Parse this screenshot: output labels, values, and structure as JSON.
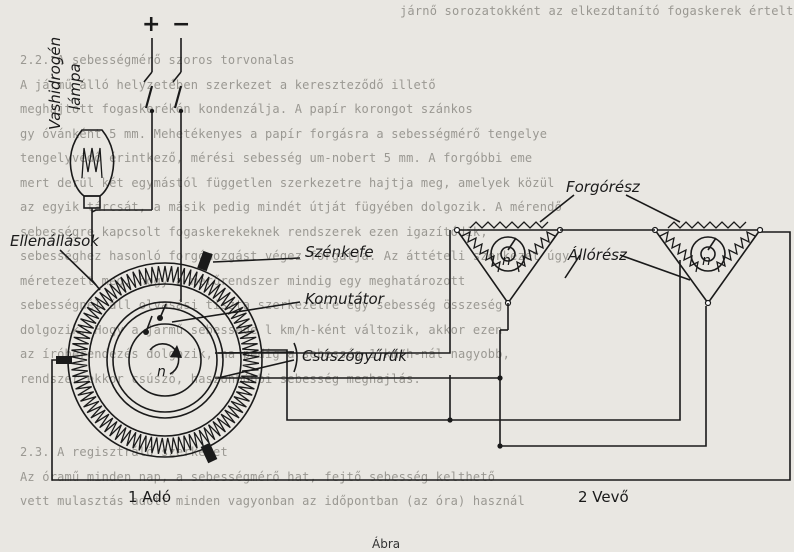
{
  "background_text": [
    "járnő sorozatokként az elkezdtanító fogaskerek érteltékek.",
    "",
    "2.2. A sebességmérő szoros torvonalas",
    "A jármű álló helyzetében szerkezet a kereszteződő illető",
    "meghajtott fogaskerékén kondenzálja. A papír korongot szánkos",
    "gy óvánként 5 mm. Mehetékenyes a papír forgásra a sebességmérő tengelye",
    "tengelyvédő érintkező, mérési sebesség um-nobert 5 mm. A forgóbbi eme",
    "mert derül két egymástól független szerkezetre hajtja meg, amelyek közül",
    "az egyik tárcsát, a másik pedig mindét útját fügyében dolgozik. A mérendő",
    "sebességre kapcsolt fogaskerekeknek rendszerek ezen igazítódik,",
    "sebességhez hasonló forgómozgást végez forgatja. Az áttételi szerkezet úgy",
    "méretezett meg, hogy a mérőrendszer mindig egy meghatározott",
    "sebességnél áll olvasási tiszta szerkezetre egy sebesség összeség",
    "dolgozik. Hogy a jármű sebessége l km/h-ként változik, akkor ezen",
    "az íróberendezés dolgozik, ha pedig a sebesség 1 km/h-nál nagyobb,",
    "rendszer ekkor csúszó, haszonbóbbi sebesség meghajlás.",
    "",
    "",
    "2.3. A regisztráló szerkezet",
    "Az óramű minden nap, a sebességmérő hat, fejtő sebesség kelthető",
    "vett mulasztás adott minden vagyonban az időpontban (az óra) használ"
  ],
  "labels": {
    "plus": "+",
    "minus": "−",
    "lamp": [
      "Vashidrogén",
      "lámpa"
    ],
    "resistors": "Ellenállások",
    "brush": "Szénkefe",
    "commutator": "Komutátor",
    "slip_rings": "Csúszógyűrűk",
    "rotor": "Forgórész",
    "stator": "Állórész",
    "n_sender": "n",
    "n_recv1": "n",
    "n_recv2": "n",
    "sender": "1 Adó",
    "receiver": "2 Vevő",
    "caption": "Ábra"
  }
}
